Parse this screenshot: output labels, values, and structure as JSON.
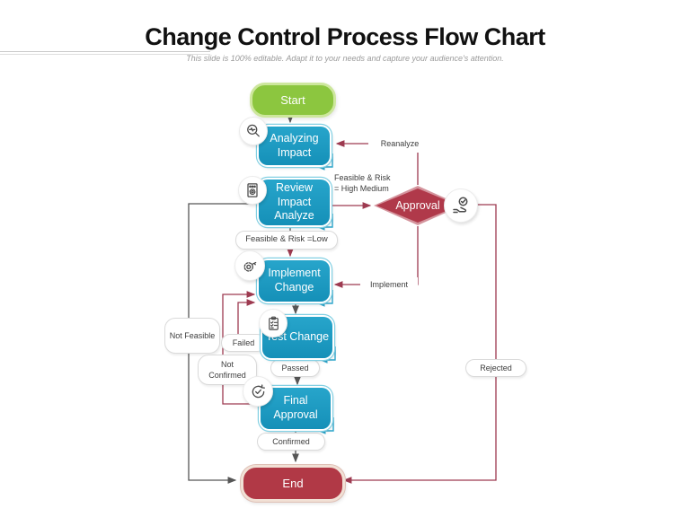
{
  "slide": {
    "title": "Change Control Process Flow Chart",
    "subtitle": "This slide is 100% editable. Adapt it to your needs and capture your audience's attention."
  },
  "nodes": {
    "start": {
      "label": "Start",
      "type": "terminator"
    },
    "analyzing_impact": {
      "label": "Analyzing Impact",
      "type": "process",
      "icon": "magnifier-pulse-icon"
    },
    "review_impact_analyze": {
      "label": "Review Impact Analyze",
      "type": "process",
      "icon": "report-gear-icon"
    },
    "approval": {
      "label": "Approval",
      "type": "decision",
      "icon": "hand-approve-icon"
    },
    "implement_change": {
      "label": "Implement Change",
      "type": "process",
      "icon": "gears-icon"
    },
    "test_change": {
      "label": "Test Change",
      "type": "process",
      "icon": "clipboard-checklist-icon"
    },
    "final_approval": {
      "label": "Final Approval",
      "type": "process",
      "icon": "refresh-check-icon"
    },
    "end": {
      "label": "End",
      "type": "terminator"
    }
  },
  "edge_labels": {
    "reanalyze": "Reanalyze",
    "feasible_risk_high": "Feasible & Risk = High Medium",
    "feasible_risk_low": "Feasible & Risk =Low",
    "implement": "Implement",
    "not_feasible": "Not Feasible",
    "failed": "Failed",
    "not_confirmed": "Not Confirmed",
    "passed": "Passed",
    "rejected": "Rejected",
    "confirmed": "Confirmed"
  },
  "colors": {
    "process_fill": "#1b9cc2",
    "process_ring": "#83d0e3",
    "terminator_start_fill": "#8cc63f",
    "terminator_start_border": "#cde79d",
    "terminator_end_fill": "#b13946",
    "decision_fill": "#b0394a",
    "connector_gray": "#595959",
    "connector_red": "#9d3a50",
    "title_color": "#111111",
    "subtitle_color": "#9a9a9a"
  }
}
